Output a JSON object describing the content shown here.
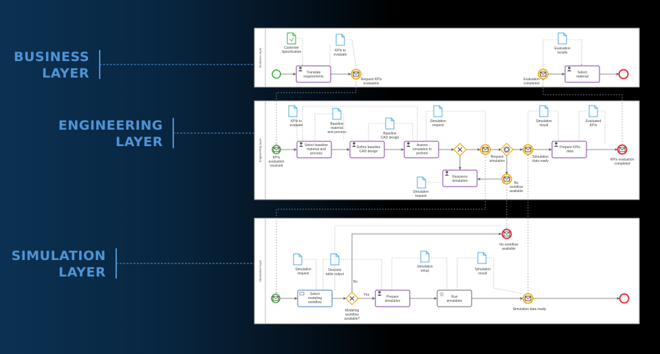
{
  "layers": {
    "business": {
      "line1": "BUSINESS",
      "line2": "LAYER",
      "lane": "Business layer"
    },
    "engineering": {
      "line1": "ENGINEERING",
      "line2": "LAYER",
      "lane": "Engineering layer"
    },
    "simulation": {
      "line1": "SIMULATION",
      "line2": "LAYER",
      "lane": "Simulation layer"
    }
  },
  "business": {
    "customer_spec": [
      "Customer",
      "Specification"
    ],
    "kpis_to_evaluate": [
      "KPIs to",
      "evaluate"
    ],
    "translate": [
      "Translate",
      "requirements"
    ],
    "request_kpis": [
      "Request KPIs",
      "evaluation"
    ],
    "evaluation_results": [
      "Evaluation",
      "results"
    ],
    "evaluation_completed": [
      "Evaluation",
      "completed"
    ],
    "select_material": [
      "Select",
      "material"
    ]
  },
  "engineering": {
    "kpis_to_evaluate": [
      "KPIs to",
      "evaluate"
    ],
    "baseline_material": [
      "Baseline",
      "material",
      "and process"
    ],
    "baseline_cad": [
      "Baseline",
      "CAD design"
    ],
    "simulation_request_top": [
      "Simulation",
      "request"
    ],
    "simulation_result": [
      "Simulation",
      "result"
    ],
    "evaluated_kpis": [
      "Evaluated",
      "KPIs"
    ],
    "kpis_received": [
      "KPIs",
      "evaluation",
      "received"
    ],
    "select_baseline": [
      "Select baseline",
      "material and",
      "process"
    ],
    "define_baseline": [
      "Define baseline",
      "CAD design"
    ],
    "assess": [
      "Assess",
      "simulation to",
      "perform"
    ],
    "request_simulation": [
      "Request",
      "simulation"
    ],
    "simulation_data_ready": [
      "Simulation",
      "data ready"
    ],
    "prepare_kpis": [
      "Prepare KPIs",
      "data"
    ],
    "kpis_completed": [
      "KPIs evaluation",
      "completed"
    ],
    "reassess": [
      "Reassess",
      "simulation"
    ],
    "simulation_request_bottom": [
      "Simulation",
      "request"
    ],
    "no_workflow": [
      "No",
      "workflow",
      "available"
    ]
  },
  "simulation": {
    "no_workflow_available": [
      "No workflow",
      "available"
    ],
    "simulation_request": [
      "Simulation",
      "request"
    ],
    "decision_table": [
      "Decision",
      "table output"
    ],
    "simulation_setup": [
      "Simulation",
      "setup"
    ],
    "simulation_result": [
      "Simulation",
      "result"
    ],
    "select_modeling": [
      "Select",
      "modeling",
      "workflow"
    ],
    "no": "No",
    "yes": "Yes",
    "modeling_available": [
      "Modeling",
      "workflow",
      "available?"
    ],
    "prepare_simulation": [
      "Prepare",
      "simulation"
    ],
    "run_simulation": [
      "Run",
      "simulation"
    ],
    "simulation_data_ready": "Simulation data ready"
  },
  "colors": {
    "task_border": "#7b3fa0",
    "task_border_blue": "#3a7ab8",
    "start_event": "#3aaa35",
    "end_event": "#e0303a",
    "intermediate": "#f0a500",
    "data_object": "#4aa8e0",
    "layer_label": "#4e94d6"
  }
}
